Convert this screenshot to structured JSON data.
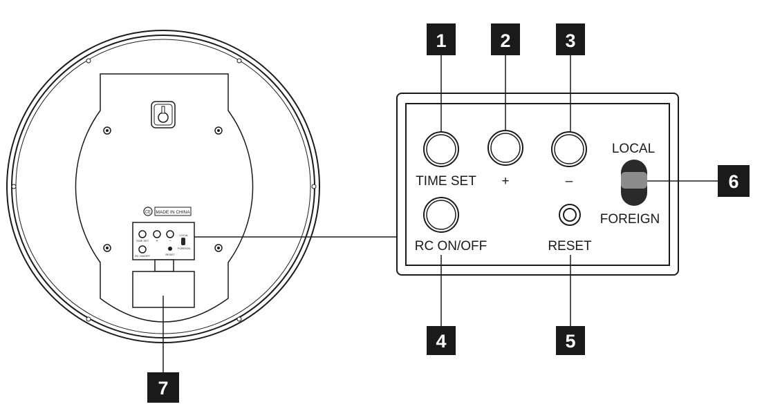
{
  "panel": {
    "time_set": "TIME SET",
    "plus": "+",
    "minus": "–",
    "local": "LOCAL",
    "foreign": "FOREIGN",
    "rc_onoff": "RC ON/OFF",
    "reset": "RESET"
  },
  "mini_panel": {
    "time_set": "TIME SET",
    "plus": "+",
    "minus": "–",
    "local": "LOCAL",
    "foreign": "FOREIGN",
    "rc_onoff": "RC ON/OFF",
    "reset": "RESET"
  },
  "ce_mark": "CE",
  "made_in": "MADE IN CHINA",
  "callouts": [
    "1",
    "2",
    "3",
    "4",
    "5",
    "6",
    "7"
  ],
  "colors": {
    "badge": "#1a1a1a",
    "line": "#1a1a1a",
    "switch_body": "#2a2a2a",
    "switch_knob": "#8c8c8c"
  }
}
